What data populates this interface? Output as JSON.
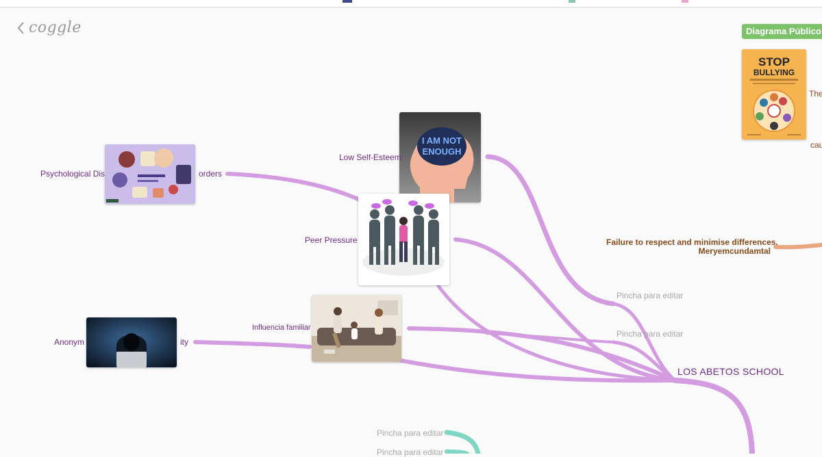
{
  "app": {
    "logo_text": "coggle",
    "badge": "Diagrama Público"
  },
  "colors": {
    "branch_purple": "#d39be0",
    "branch_orange": "#e8a67e",
    "branch_teal": "#7fd6c2",
    "text_purple": "#6d2a85",
    "text_gray": "#a8a8a8",
    "text_brown": "#8a4a1c",
    "badge_green": "#7cc26a"
  },
  "nodes": {
    "root": "LOS ABETOS SCHOOL",
    "low_self_esteem": "Low Self-Esteem:",
    "psych_left": "Psychological Dis",
    "psych_right": "orders",
    "peer_pressure": "Peer Pressure",
    "influencia": "Influencia familiar",
    "anon_left": "Anonym",
    "anon_right": "ity",
    "edit_1": "Pincha para editar",
    "edit_2": "Pincha para editar",
    "edit_3": "Pincha para editar",
    "edit_4": "Pincha para editar",
    "failure_line1": "Failure to respect and minimise differences.",
    "failure_line2": "Meryemcundamtal",
    "right_the": "The",
    "right_cau": "cau"
  },
  "images": {
    "stop_line1": "STOP",
    "stop_line2": "BULLYING",
    "brain_line1": "I AM NOT",
    "brain_line2": "ENOUGH"
  }
}
